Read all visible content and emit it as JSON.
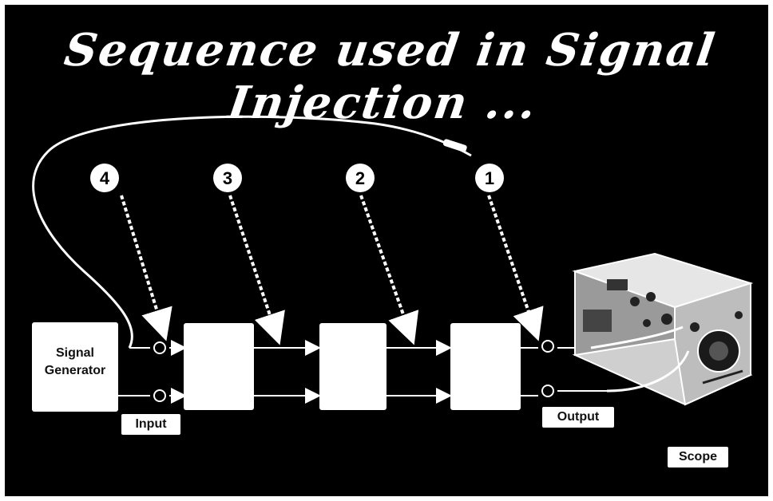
{
  "title": "Sequence used in Signal Injection ...",
  "signal_generator": {
    "label": "Signal\nGenerator"
  },
  "labels": {
    "input": "Input",
    "output": "Output",
    "scope": "Scope"
  },
  "injection_points": [
    {
      "id": "point-4",
      "number": "4"
    },
    {
      "id": "point-3",
      "number": "3"
    },
    {
      "id": "point-2",
      "number": "2"
    },
    {
      "id": "point-1",
      "number": "1"
    }
  ]
}
